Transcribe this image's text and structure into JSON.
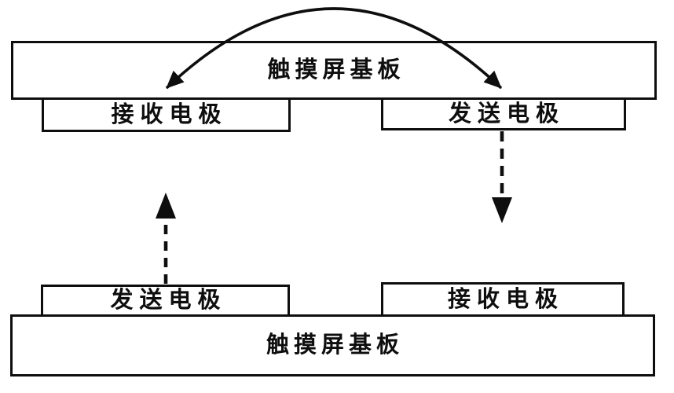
{
  "figure": {
    "colors": {
      "ink": "#0e0e0e",
      "background": "#ffffff"
    },
    "top_assembly": {
      "substrate_label": "触摸屏基板",
      "left_electrode_label": "接收电极",
      "right_electrode_label": "发送电极"
    },
    "bottom_assembly": {
      "substrate_label": "触摸屏基板",
      "left_electrode_label": "发送电极",
      "right_electrode_label": "接收电极"
    },
    "arrows": {
      "coupling_arc": "double-headed-curved-arrow",
      "down_arrow": "dashed-downward-arrow",
      "up_arrow": "dashed-upward-arrow"
    }
  }
}
